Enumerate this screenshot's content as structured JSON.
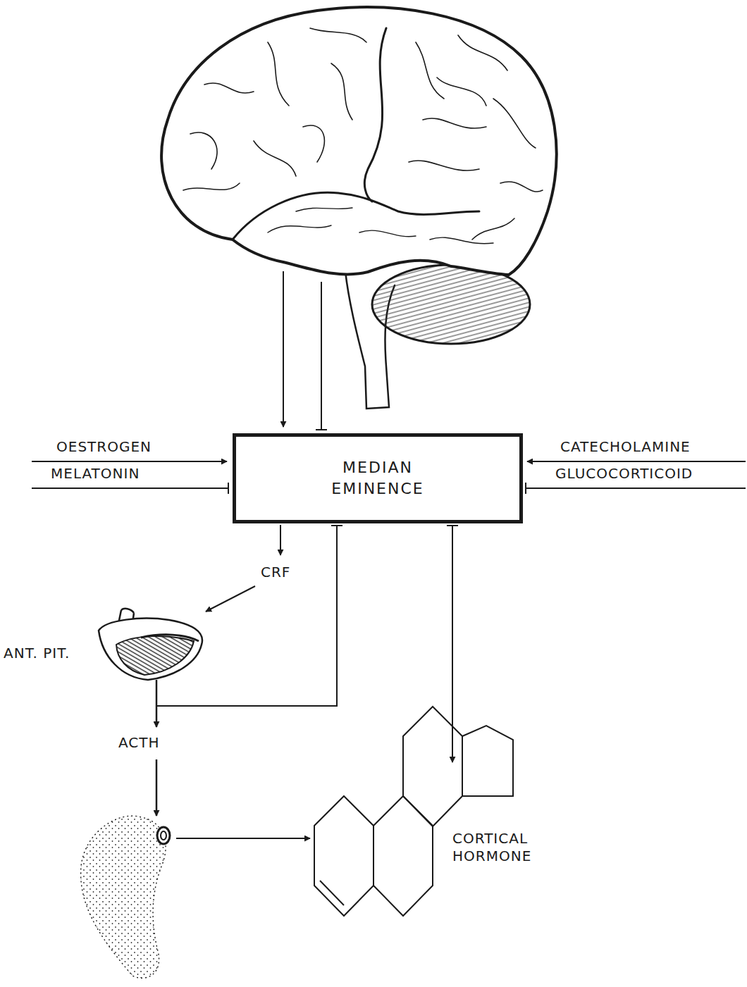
{
  "diagram": {
    "nodes": [
      {
        "text": [
          "MEDIAN EMINENCE"
        ]
      }
    ],
    "labels": [
      "OESTROGEN",
      "MELATONIN",
      "CATECHOLAMINE",
      "GLUCOCORTICOID",
      "CRF",
      "ANT. PIT.",
      "ACTH",
      "CORTICAL HORMONE"
    ]
  }
}
